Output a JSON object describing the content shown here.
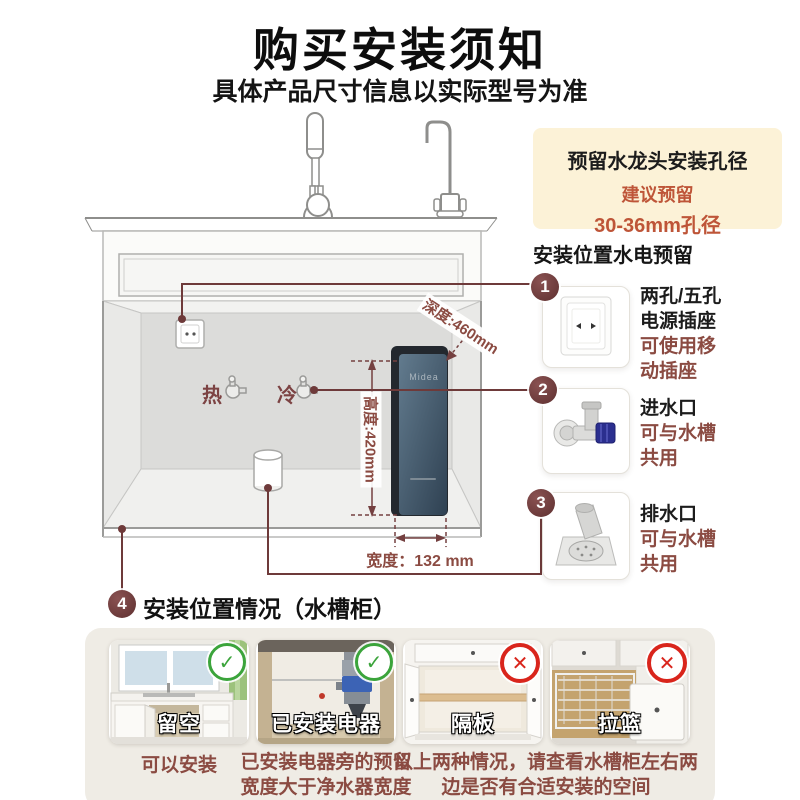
{
  "header": {
    "title": "购买安装须知",
    "subtitle": "具体产品尺寸信息以实际型号为准"
  },
  "tip_box": {
    "title": "预留水龙头安装孔径",
    "advice_line1": "建议预留",
    "advice_line2": "30-36mm孔径"
  },
  "diagram": {
    "hot_label": "热",
    "cold_label": "冷",
    "device_logo": "Midea",
    "dim_depth": "深度:460mm",
    "dim_height": "高度:420mm",
    "dim_width": "宽度：132 mm"
  },
  "right_column": {
    "heading": "安装位置水电预留",
    "items": [
      {
        "num": "1",
        "icon": "power-socket-icon",
        "main": "两孔/五孔电源插座",
        "note": "可使用移动插座"
      },
      {
        "num": "2",
        "icon": "inlet-valve-icon",
        "main": "进水口",
        "note": "可与水槽共用"
      },
      {
        "num": "3",
        "icon": "drain-outlet-icon",
        "main": "排水口",
        "note": "可与水槽共用"
      }
    ]
  },
  "section4": {
    "num": "4",
    "heading": "安装位置情况（水槽柜）"
  },
  "gallery": {
    "cards": [
      {
        "label": "留空",
        "status": "ok"
      },
      {
        "label": "已安装电器",
        "status": "ok"
      },
      {
        "label": "隔板",
        "status": "no"
      },
      {
        "label": "拉篮",
        "status": "no"
      }
    ],
    "captions": [
      "可以安装",
      "已安装电器旁的预留宽度大于净水器宽度",
      "以上两种情况，请查看水槽柜左右两边是否有合适安装的空间"
    ]
  },
  "colors": {
    "maroon_accent": "#6E3A3A",
    "maroon_text": "#8B4B42",
    "orange_text": "#BE5538",
    "tip_bg": "#FCF2D7",
    "panel_bg": "#EFECE5",
    "ok_green": "#3BA43B",
    "no_red": "#D9251C",
    "device_body": "#314354"
  }
}
